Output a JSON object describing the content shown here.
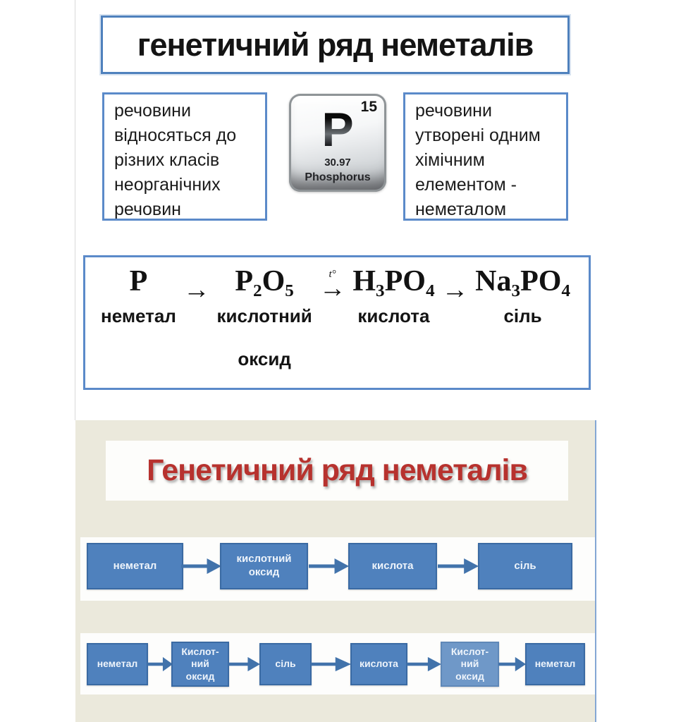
{
  "colors": {
    "accent_blue": "#4f81bd",
    "border_blue": "#5b8ac9",
    "flow_box_blue": "#4f81bd",
    "flow_box_blue_light": "#6f98c8",
    "arrow_blue": "#4273ab",
    "slide_background": "#ebe9dc",
    "slide_title_red": "#b7322e"
  },
  "top_section": {
    "title": "генетичний ряд неметалів",
    "left_definition": "речовини\nвідносяться до\nрізних класів\nнеорганічних\nречовин",
    "right_definition": "речовини\nутворені одним\nхімічним\nелементом -\nнеметалом",
    "element_tile": {
      "atomic_number": "15",
      "symbol": "P",
      "atomic_mass": "30.97",
      "name": "Phosphorus"
    },
    "formula_row": {
      "arrow": "→",
      "arrow_condition": "t°",
      "items": [
        {
          "formula": "P",
          "label": "неметал"
        },
        {
          "formula": "P₂O₅",
          "label": "кислотний\n\nоксид"
        },
        {
          "formula": "H₃PO₄",
          "label": "кислота"
        },
        {
          "formula": "Na₃PO₄",
          "label": "сіль"
        }
      ]
    }
  },
  "slide": {
    "title": "Генетичний ряд неметалів",
    "row1": [
      "неметал",
      "кислотний\nоксид",
      "кислота",
      "сіль"
    ],
    "row2": [
      "неметал",
      "Кислот-\nний\nоксид",
      "сіль",
      "кислота",
      "Кислот-\nний\nоксид",
      "неметал"
    ]
  }
}
